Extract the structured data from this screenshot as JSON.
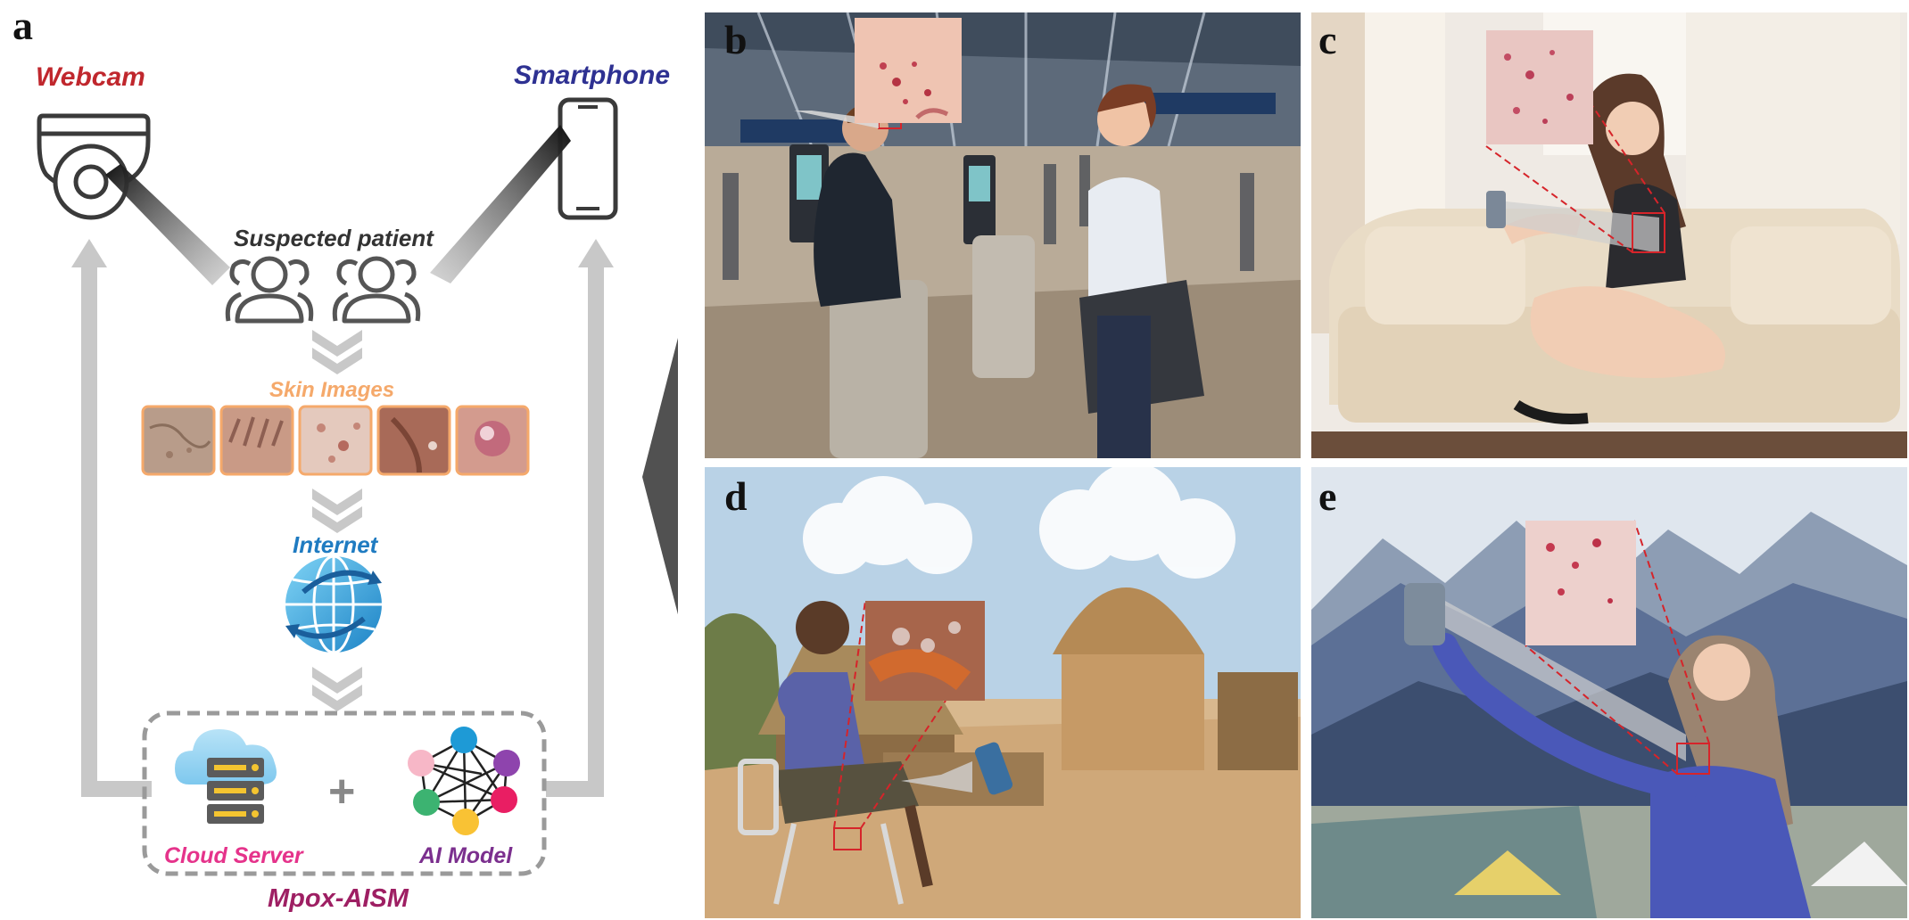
{
  "panels": {
    "a": "a",
    "b": "b",
    "c": "c",
    "d": "d",
    "e": "e"
  },
  "labels": {
    "webcam": "Webcam",
    "smartphone": "Smartphone",
    "suspected_patient": "Suspected patient",
    "skin_images": "Skin Images",
    "internet": "Internet",
    "cloud_server": "Cloud Server",
    "ai_model": "AI Model",
    "plus": "+",
    "system": "Mpox-AISM"
  },
  "colors": {
    "webcam": "#c0272d",
    "smartphone": "#2e3192",
    "suspected_patient": "#333333",
    "skin_images": "#f5a96b",
    "internet": "#1f7bc1",
    "cloud_server": "#e5338b",
    "ai_model": "#7b2f8e",
    "system": "#9e1f63",
    "arrow": "#c8c8c8",
    "network_nodes": [
      "#f7b7c7",
      "#1e9ad6",
      "#8e44ad",
      "#e74c6c",
      "#3cb371",
      "#f9c234",
      "#e91e63"
    ]
  }
}
